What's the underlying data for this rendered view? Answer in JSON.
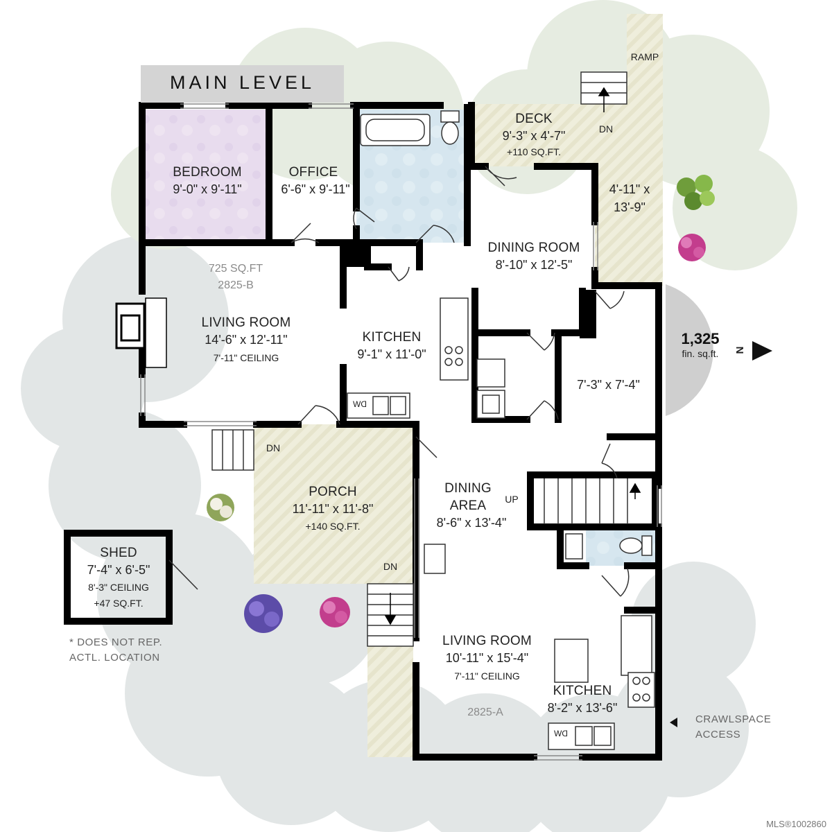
{
  "title": "MAIN LEVEL",
  "total": {
    "value": "1,325",
    "label": "fin. sq.ft."
  },
  "north": "N",
  "unit_b": {
    "area": "725 SQ.FT",
    "name": "2825-B"
  },
  "unit_a": {
    "name": "2825-A"
  },
  "rooms": {
    "bedroom": {
      "name": "BEDROOM",
      "dim": "9'-0\" x 9'-11\""
    },
    "office": {
      "name": "OFFICE",
      "dim": "6'-6\" x 9'-11\""
    },
    "deck": {
      "name": "DECK",
      "dim": "9'-3\" x 4'-7\"",
      "extra": "+110 SQ.FT."
    },
    "ramp": {
      "name": "RAMP"
    },
    "ramp_dim": {
      "dim1": "4'-11\" x",
      "dim2": "13'-9\""
    },
    "dining_room": {
      "name": "DINING ROOM",
      "dim": "8'-10\" x 12'-5\""
    },
    "living_room_b": {
      "name": "LIVING ROOM",
      "dim": "14'-6\" x 12'-11\"",
      "ceiling": "7'-11\" CEILING"
    },
    "kitchen_b": {
      "name": "KITCHEN",
      "dim": "9'-1\" x 11'-0\""
    },
    "bedroom_a": {
      "dim": "7'-3\" x 7'-4\""
    },
    "porch": {
      "name": "PORCH",
      "dim": "11'-11\" x 11'-8\"",
      "extra": "+140 SQ.FT."
    },
    "dining_area": {
      "name1": "DINING",
      "name2": "AREA",
      "dim": "8'-6\" x 13'-4\""
    },
    "living_room_a": {
      "name": "LIVING ROOM",
      "dim": "10'-11\" x 15'-4\"",
      "ceiling": "7'-11\" CEILING"
    },
    "kitchen_a": {
      "name": "KITCHEN",
      "dim": "8'-2\" x 13'-6\""
    },
    "shed": {
      "name": "SHED",
      "dim": "7'-4\" x 6'-5\"",
      "ceiling": "8'-3\" CEILING",
      "extra": "+47 SQ.FT."
    }
  },
  "stairs": {
    "dn": "DN",
    "up": "UP"
  },
  "appliance": {
    "dw": "DW"
  },
  "notes": {
    "shed_line1": "* DOES NOT REP.",
    "shed_line2": "ACTL. LOCATION",
    "crawl_line1": "CRAWLSPACE",
    "crawl_line2": "ACCESS"
  },
  "mls": "MLS®1002860",
  "colors": {
    "wall": "#000000",
    "bedroom": "#e6dcec",
    "bath": "#d8e7ef",
    "deck": "#ecebd7",
    "foliage": "#dfe3e3",
    "tree": "#6fae3f",
    "flower": "#c23e8d"
  }
}
